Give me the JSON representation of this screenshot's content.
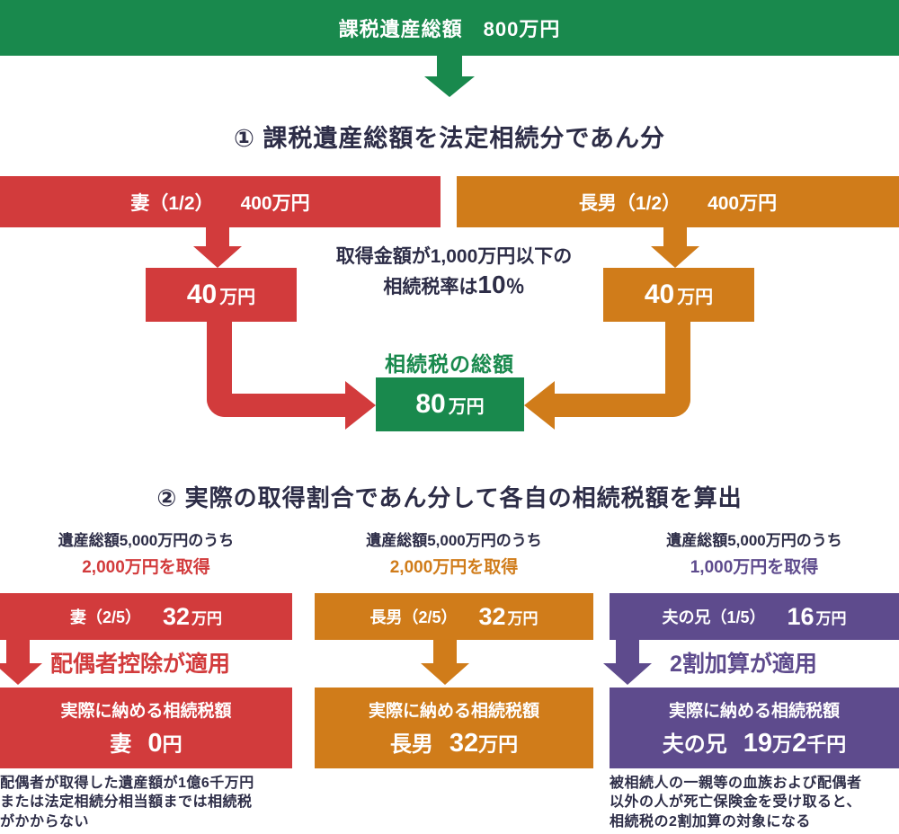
{
  "colors": {
    "green": "#19894d",
    "red": "#d23b3c",
    "orange": "#d07c1a",
    "purple": "#5e4b8d",
    "navy_text": "#2d2d47"
  },
  "top_bar": {
    "text": "課税遺産総額　800万円"
  },
  "step1": {
    "heading": "① 課税遺産総額を法定相続分であん分",
    "wife_box": {
      "name": "妻（1/2）",
      "amount": "400万円"
    },
    "son_box": {
      "name": "長男（1/2）",
      "amount": "400万円"
    },
    "note": {
      "line1": "取得金額が1,000万円以下の",
      "line2_pre": "相続税率は",
      "line2_num": "10",
      "line2_suf": "％"
    },
    "wife_tax": {
      "num": "40",
      "unit": "万円"
    },
    "son_tax": {
      "num": "40",
      "unit": "万円"
    },
    "total_label": "相続税の総額",
    "total": {
      "num": "80",
      "unit": "万円"
    }
  },
  "step2": {
    "heading": "② 実際の取得割合であん分して各自の相続税額を算出",
    "columns": [
      {
        "header_line1": "遺産総額5,000万円のうち",
        "header_line2": "2,000万円を取得",
        "share": {
          "name": "妻（2/5）",
          "num": "32",
          "unit": "万円"
        },
        "arrow_label": "配偶者控除が適用",
        "result": {
          "title": "実際に納める相続税額",
          "name": "妻",
          "p1": "0",
          "p2": "円"
        },
        "footnote": {
          "line1": "配偶者が取得した遺産額が1億6千万円",
          "line2": "または法定相続分相当額までは相続税",
          "line3": "がかからない"
        }
      },
      {
        "header_line1": "遺産総額5,000万円のうち",
        "header_line2": "2,000万円を取得",
        "share": {
          "name": "長男（2/5）",
          "num": "32",
          "unit": "万円"
        },
        "result": {
          "title": "実際に納める相続税額",
          "name": "長男",
          "p1": "32",
          "p2": "万円"
        }
      },
      {
        "header_line1": "遺産総額5,000万円のうち",
        "header_line2": "1,000万円を取得",
        "share": {
          "name": "夫の兄（1/5）",
          "num": "16",
          "unit": "万円"
        },
        "arrow_label": "2割加算が適用",
        "result": {
          "title": "実際に納める相続税額",
          "name": "夫の兄",
          "p1": "19",
          "p2": "万",
          "p3": "2",
          "p4": "千円"
        },
        "footnote": {
          "line1": "被相続人の一親等の血族および配偶者",
          "line2": "以外の人が死亡保険金を受け取ると、",
          "line3": "相続税の2割加算の対象になる"
        }
      }
    ]
  }
}
